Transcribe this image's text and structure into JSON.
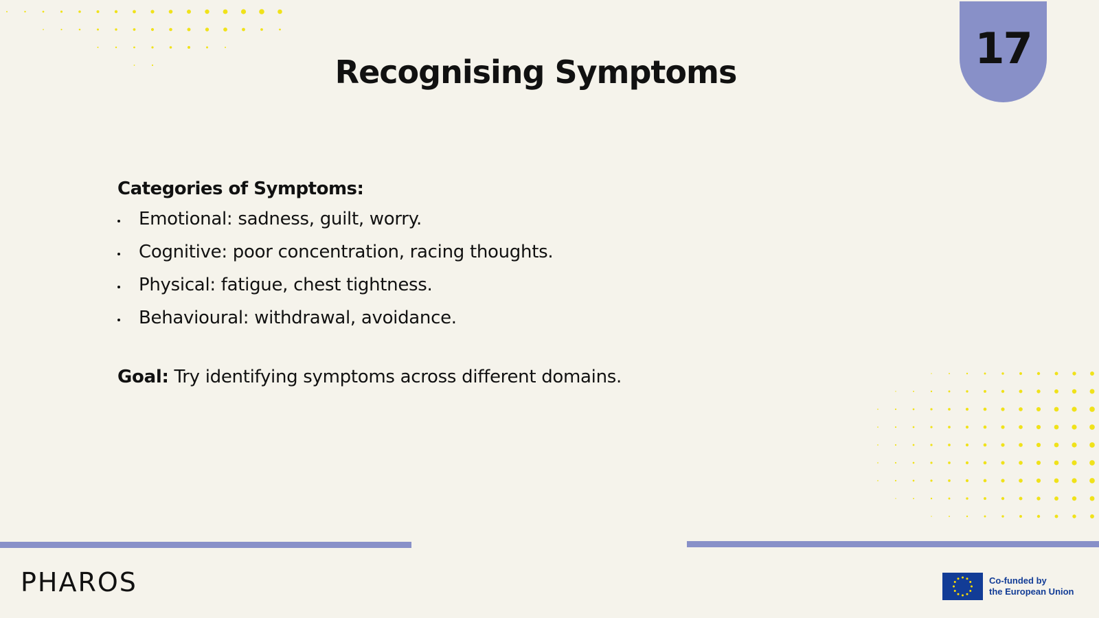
{
  "slide": {
    "title": "Recognising Symptoms",
    "page_number": "17"
  },
  "content": {
    "categories_heading": "Categories of Symptoms:",
    "items": [
      "Emotional: sadness, guilt, worry.",
      "Cognitive: poor concentration, racing thoughts.",
      "Physical: fatigue, chest tightness.",
      "Behavioural: withdrawal, avoidance."
    ],
    "goal_label": "Goal:",
    "goal_text": " Try identifying symptoms across different domains."
  },
  "footer": {
    "brand": "PHAROS",
    "eu_line1": "Co-funded by",
    "eu_line2": "the European Union"
  },
  "colors": {
    "background": "#f5f3eb",
    "accent": "#8890c8",
    "dots": "#f0e21a",
    "eu_blue": "#123c96",
    "eu_star": "#ffdd00"
  }
}
